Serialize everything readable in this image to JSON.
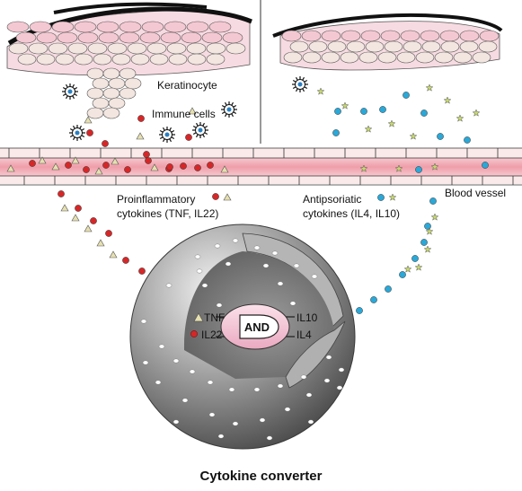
{
  "labels": {
    "keratinocyte": "Keratinocyte",
    "immune_cells": "Immune cells",
    "proinflammatory_line1": "Proinflammatory",
    "proinflammatory_line2": "cytokines (TNF, IL22)",
    "antipsoriatic_line1": "Antipsoriatic",
    "antipsoriatic_line2": "cytokines (IL4, IL10)",
    "blood_vessel": "Blood vessel",
    "tnf": "TNF",
    "il22": "IL22",
    "il10": "IL10",
    "il4": "IL4",
    "gate": "AND"
  },
  "caption": "Cytokine converter",
  "colors": {
    "proinflammatory_dot": "#d62728",
    "proinflammatory_triangle": "#e6e0b0",
    "antipsoriatic_dot": "#2aa8d8",
    "antipsoriatic_star": "#c8d870",
    "vessel_fill": "#f2b8c0",
    "skin_pink": "#f4c8d2",
    "sphere_gray": "#8a8a8a",
    "gate_fill": "#f4c8d8"
  }
}
